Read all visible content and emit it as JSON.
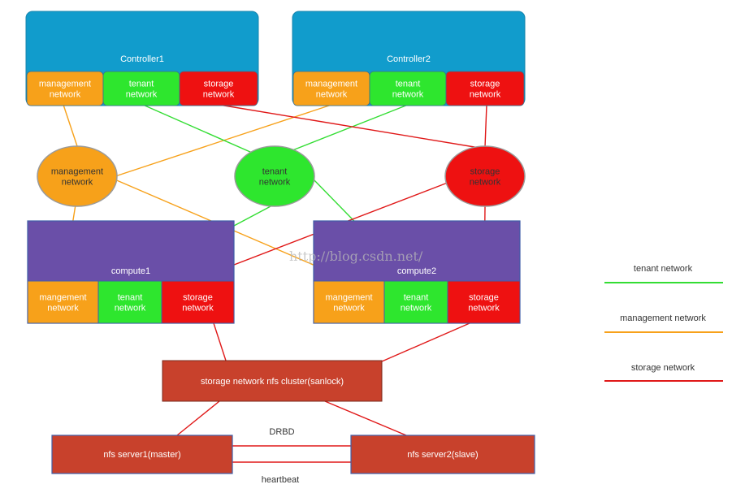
{
  "colors": {
    "controller_fill": "#119ccc",
    "compute_fill": "#6a4fa8",
    "management": "#f7a11a",
    "tenant": "#2ee62e",
    "storage": "#ee1111",
    "brick": "#c8412c",
    "line_management": "#f7a11a",
    "line_tenant": "#33dd33",
    "line_storage": "#e01818"
  },
  "controllers": [
    {
      "title": "Controller1",
      "ports": {
        "management": "management\nnetwork",
        "tenant": "tenant\nnetwork",
        "storage": "storage\nnetwork"
      }
    },
    {
      "title": "Controller2",
      "ports": {
        "management": "management\nnetwork",
        "tenant": "tenant\nnetwork",
        "storage": "storage\nnetwork"
      }
    }
  ],
  "network_nodes": {
    "management": "management\nnetwork",
    "tenant": "tenant\nnetwork",
    "storage": "storage\nnetwork"
  },
  "computes": [
    {
      "title": "compute1",
      "ports": {
        "management": "mangement\nnetwork",
        "tenant": "tenant\nnetwork",
        "storage": "storage\nnetwork"
      }
    },
    {
      "title": "compute2",
      "ports": {
        "management": "mangement\nnetwork",
        "tenant": "tenant\nnetwork",
        "storage": "storage\nnetwork"
      }
    }
  ],
  "nfs_cluster": "storage network nfs cluster(sanlock)",
  "nfs_server1": "nfs server1(master)",
  "nfs_server2": "nfs server2(slave)",
  "link_labels": {
    "drbd": "DRBD",
    "heartbeat": "heartbeat"
  },
  "legend": {
    "tenant": "tenant network",
    "management": "management network",
    "storage": "storage network"
  },
  "watermark": "http://blog.csdn.net/"
}
